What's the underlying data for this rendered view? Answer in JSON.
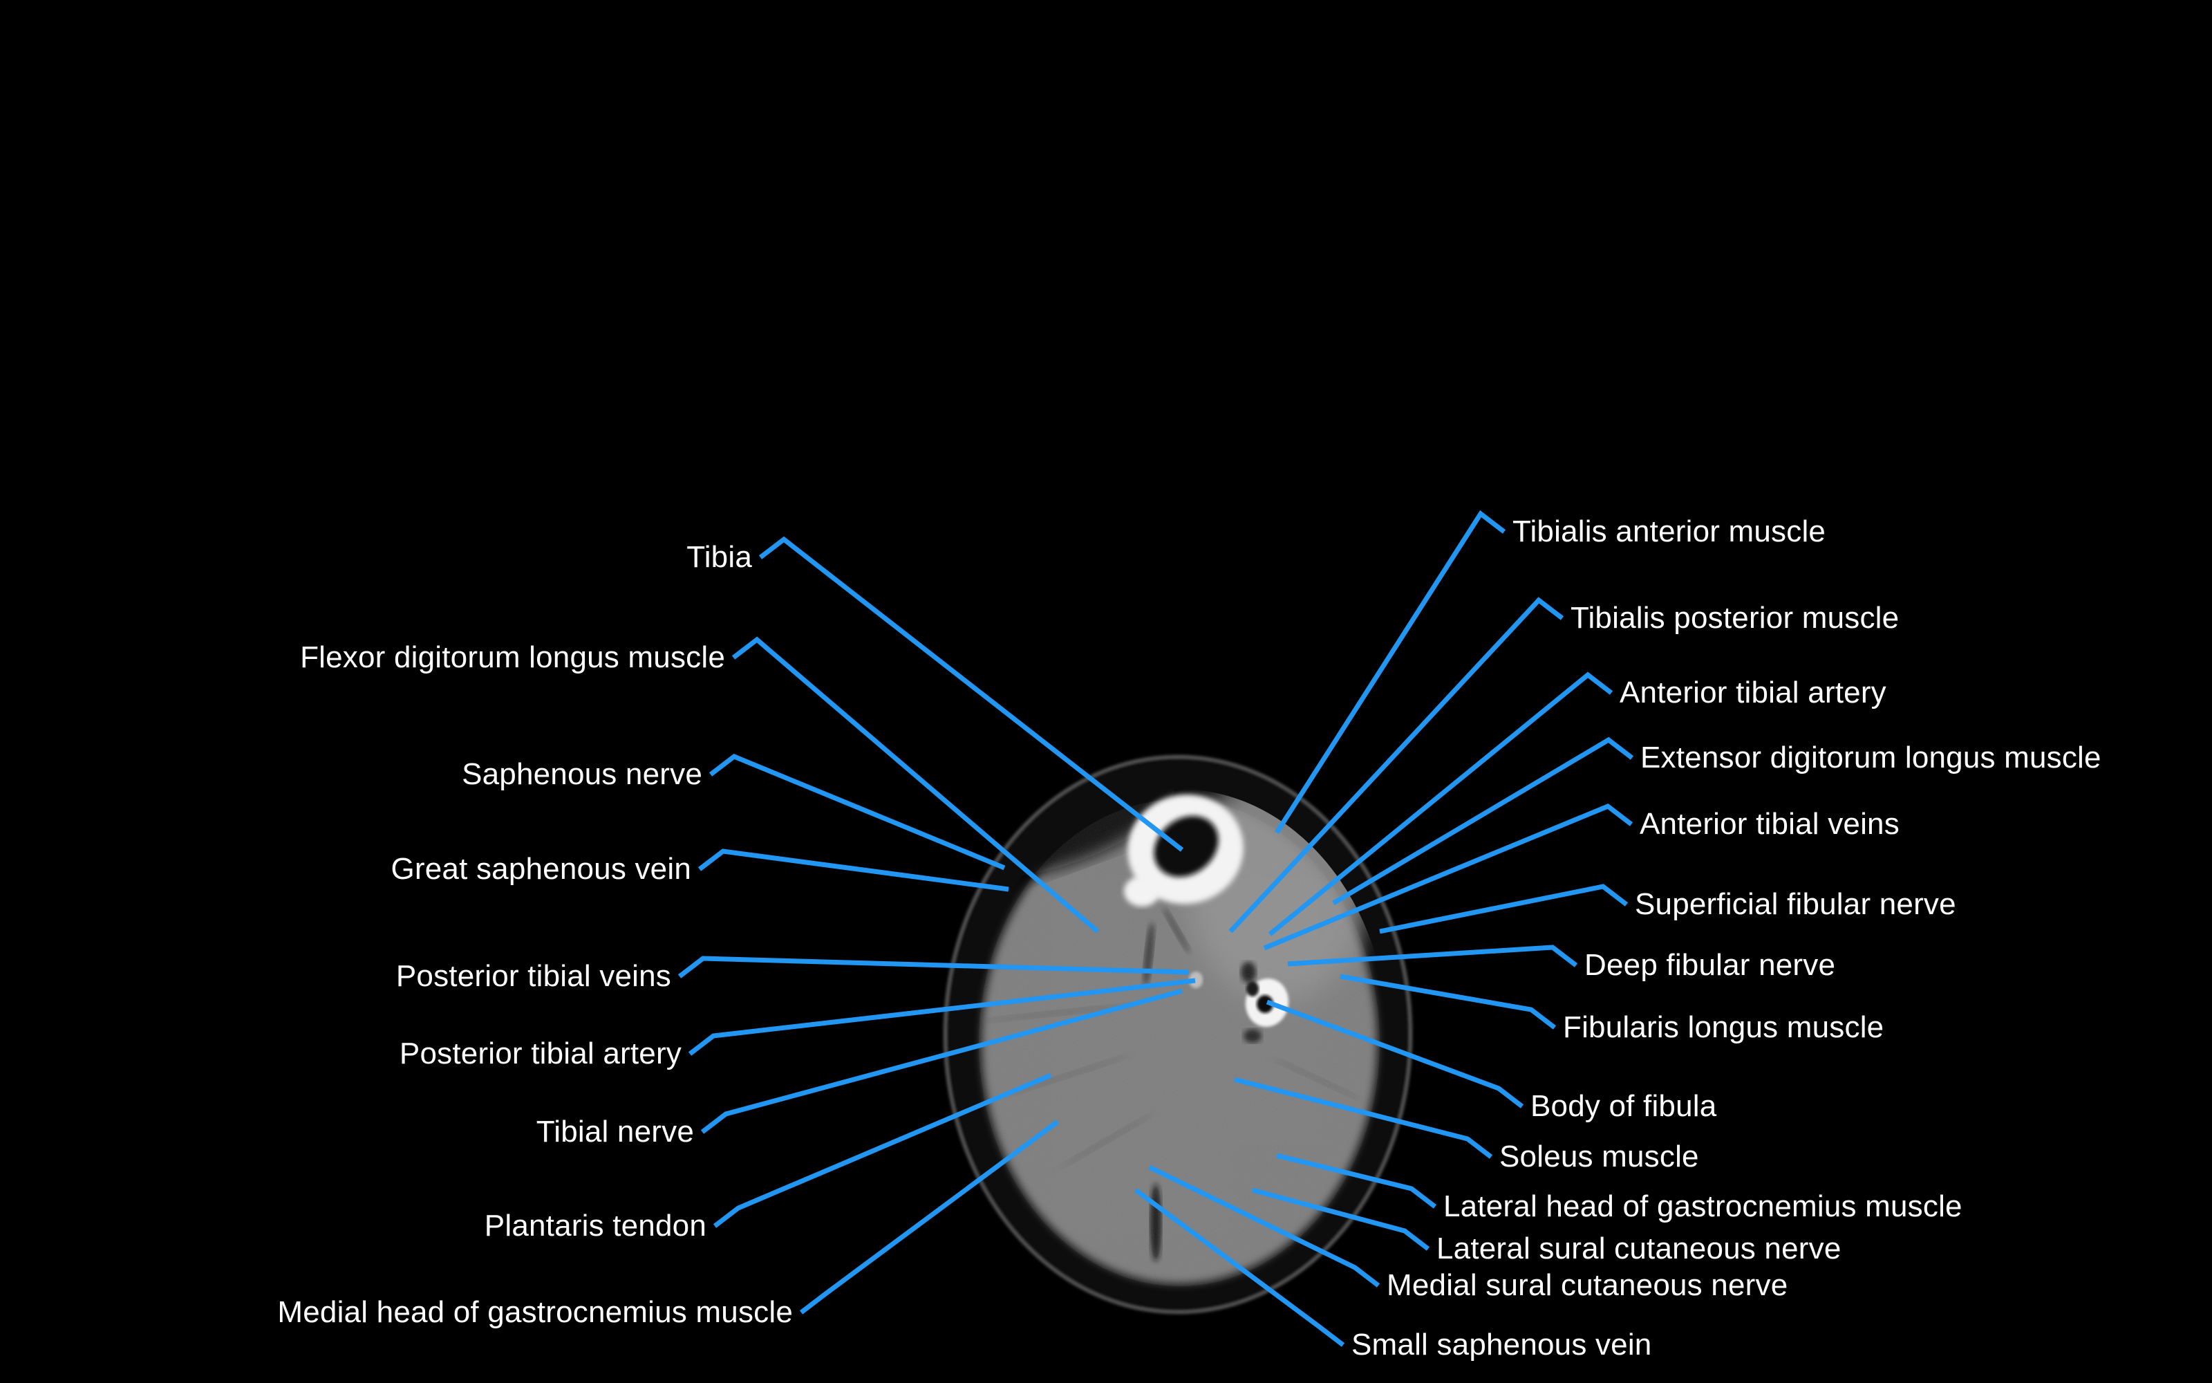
{
  "figure": {
    "alt": "Axial CT cross-section of the lower leg (mid-calf) with labeled anatomical structures",
    "background_color": "#000000",
    "leader_color": "#2196F3",
    "label_color": "#FFFFFF",
    "ct_tones": {
      "cortical_bone": "#F3F3F3",
      "medullary_cavity": "#0B0B0B",
      "muscle": "#7C7C7C",
      "subcutaneous_fat": "#0F0F0F",
      "skin_line": "#606060"
    }
  },
  "labels": {
    "left": [
      {
        "id": "tibia",
        "text": "Tibia"
      },
      {
        "id": "flexor-digitorum-longus-muscle",
        "text": "Flexor digitorum longus muscle"
      },
      {
        "id": "saphenous-nerve",
        "text": "Saphenous nerve"
      },
      {
        "id": "great-saphenous-vein",
        "text": "Great saphenous vein"
      },
      {
        "id": "posterior-tibial-veins",
        "text": "Posterior tibial veins"
      },
      {
        "id": "posterior-tibial-artery",
        "text": "Posterior tibial artery"
      },
      {
        "id": "tibial-nerve",
        "text": "Tibial nerve"
      },
      {
        "id": "plantaris-tendon",
        "text": "Plantaris tendon"
      },
      {
        "id": "medial-head-of-gastrocnemius-muscle",
        "text": "Medial head of gastrocnemius muscle"
      }
    ],
    "right": [
      {
        "id": "tibialis-anterior-muscle",
        "text": "Tibialis anterior muscle"
      },
      {
        "id": "tibialis-posterior-muscle",
        "text": "Tibialis posterior muscle"
      },
      {
        "id": "anterior-tibial-artery",
        "text": "Anterior tibial artery"
      },
      {
        "id": "extensor-digitorum-longus-muscle",
        "text": "Extensor digitorum longus muscle"
      },
      {
        "id": "anterior-tibial-veins",
        "text": "Anterior tibial veins"
      },
      {
        "id": "superficial-fibular-nerve",
        "text": "Superficial fibular nerve"
      },
      {
        "id": "deep-fibular-nerve",
        "text": "Deep fibular nerve"
      },
      {
        "id": "fibularis-longus-muscle",
        "text": "Fibularis longus muscle"
      },
      {
        "id": "body-of-fibula",
        "text": "Body of fibula"
      },
      {
        "id": "soleus-muscle",
        "text": "Soleus muscle"
      },
      {
        "id": "lateral-head-of-gastrocnemius-muscle",
        "text": "Lateral head of gastrocnemius muscle"
      },
      {
        "id": "lateral-sural-cutaneous-nerve",
        "text": "Lateral sural cutaneous nerve"
      },
      {
        "id": "medial-sural-cutaneous-nerve",
        "text": "Medial sural cutaneous nerve"
      },
      {
        "id": "small-saphenous-vein",
        "text": "Small saphenous vein"
      }
    ]
  }
}
